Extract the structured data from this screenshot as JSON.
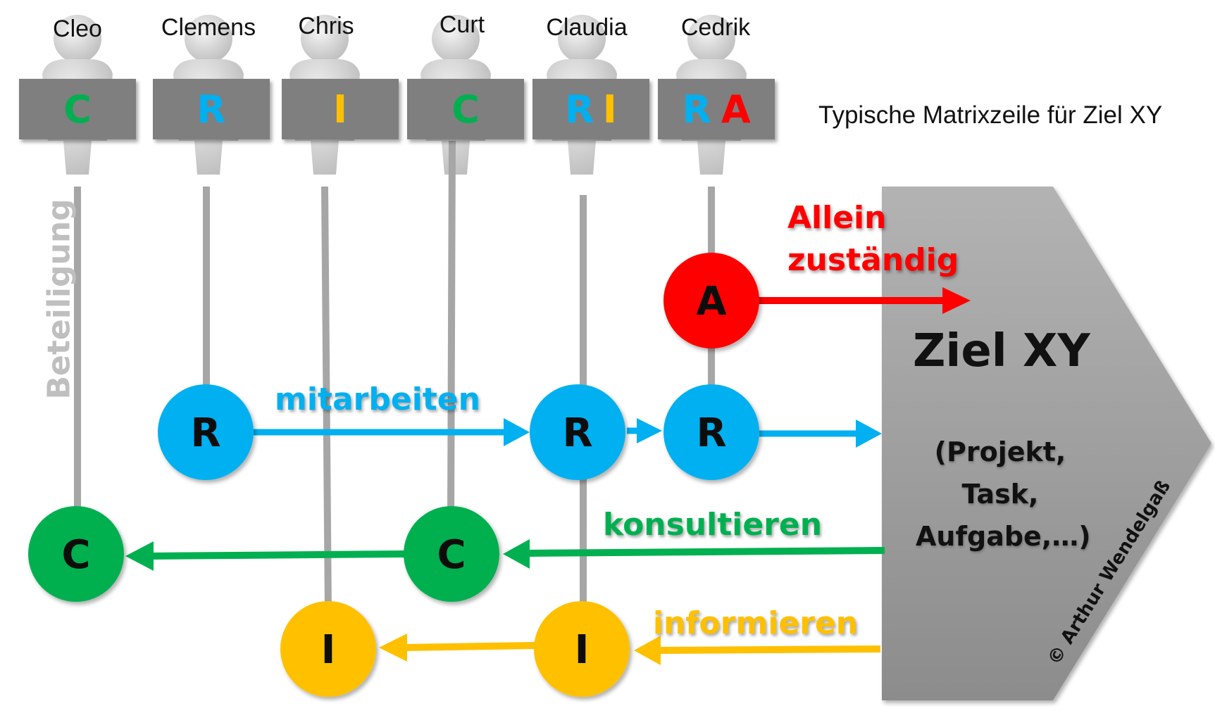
{
  "people": [
    {
      "name": "Cleo",
      "roles": [
        {
          "letter": "C",
          "color": "#00b050"
        }
      ]
    },
    {
      "name": "Clemens",
      "roles": [
        {
          "letter": "R",
          "color": "#00b0f0"
        }
      ]
    },
    {
      "name": "Chris",
      "roles": [
        {
          "letter": "I",
          "color": "#ffc000"
        }
      ]
    },
    {
      "name": "Curt",
      "roles": [
        {
          "letter": "C",
          "color": "#00b050"
        }
      ]
    },
    {
      "name": "Claudia",
      "roles": [
        {
          "letter": "R",
          "color": "#00b0f0"
        },
        {
          "letter": "I",
          "color": "#ffc000"
        }
      ]
    },
    {
      "name": "Cedrik",
      "roles": [
        {
          "letter": "R",
          "color": "#00b0f0"
        },
        {
          "letter": "A",
          "color": "#ff0000"
        }
      ]
    }
  ],
  "subtitle": "Typische Matrixzeile für Ziel XY",
  "side_label": "Beteiligung",
  "flows": {
    "accountable": {
      "label_line1": "Allein",
      "label_line2": "zuständig",
      "color": "#ff0000"
    },
    "responsible": {
      "label": "mitarbeiten",
      "color": "#00b0f0"
    },
    "consulted": {
      "label": "konsultieren",
      "color": "#00b050"
    },
    "informed": {
      "label": "informieren",
      "color": "#ffc000"
    }
  },
  "circles": {
    "a_cedrik": "A",
    "r_clemens": "R",
    "r_claudia": "R",
    "r_cedrik": "R",
    "c_cleo": "C",
    "c_curt": "C",
    "i_chris": "I",
    "i_claudia": "I"
  },
  "goal": {
    "title": "Ziel XY",
    "detail_line1": "(Projekt,",
    "detail_line2": "Task,",
    "detail_line3": "Aufgabe,…)",
    "copyright": "© Arthur Wendelgaß",
    "fill_top": "#b3b3b3",
    "fill_bottom": "#8c8c8c"
  }
}
